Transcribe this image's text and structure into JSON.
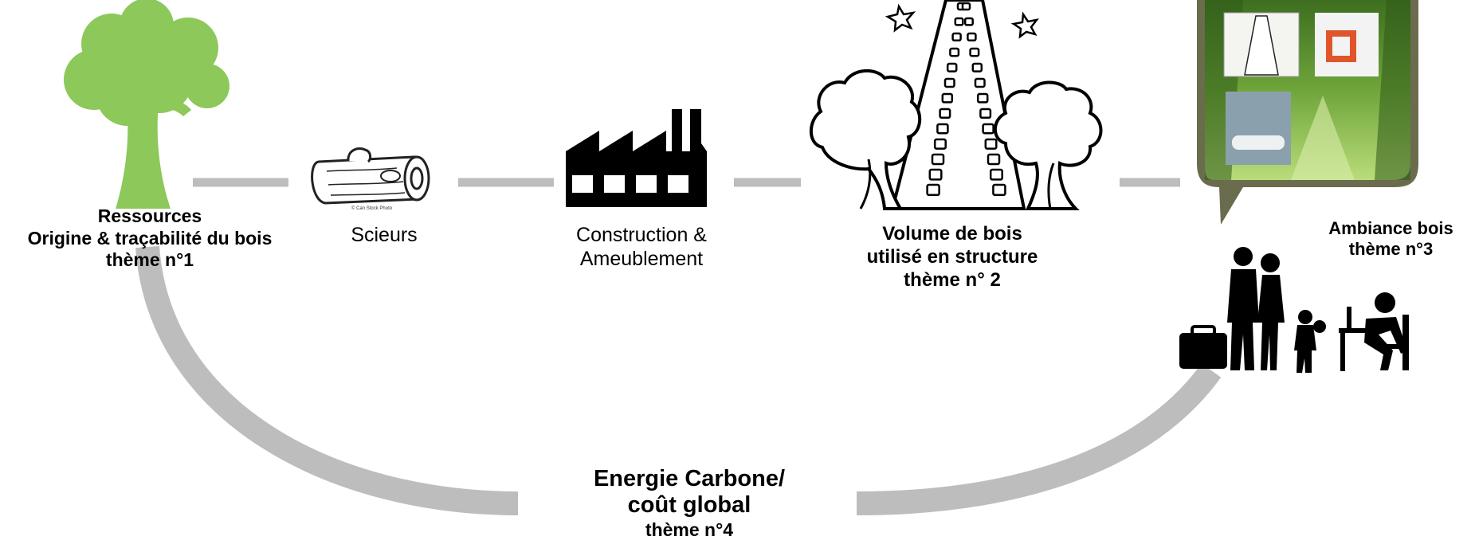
{
  "nodes": {
    "resources": {
      "title": "Ressources",
      "subtitle": "Origine & traçabilité du bois",
      "theme": "thème n°1"
    },
    "sawmills": {
      "title": "Scieurs"
    },
    "construction": {
      "line1": "Construction &",
      "line2": "Ameublement"
    },
    "structure": {
      "line1": "Volume de bois",
      "line2": "utilisé en structure",
      "theme": "thème n° 2"
    },
    "ambiance": {
      "title": "Ambiance bois",
      "theme": "thème n°3"
    },
    "energy": {
      "line1": "Energie Carbone/",
      "line2": "coût global",
      "theme": "thème n°4"
    },
    "log_credit": "© Can Stock Photo"
  },
  "colors": {
    "connector": "#bdbdbd",
    "tree_green": "#8cc85a",
    "forest_dark": "#2f5a1a",
    "forest_light": "#b9dc7a",
    "frame": "#6b6b4e"
  },
  "icons": [
    "tree-icon",
    "log-icon",
    "factory-icon",
    "tower-icon",
    "forest-speech-bubble-icon",
    "people-icon"
  ]
}
